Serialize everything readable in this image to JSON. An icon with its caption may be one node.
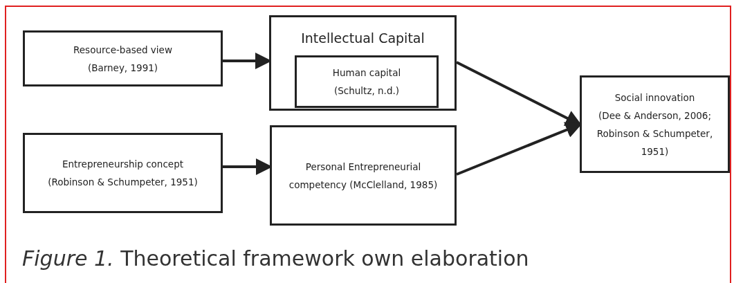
{
  "diagram": {
    "caption": "*Figure 1.* Theoretical framework own elaboration",
    "nodes": [
      {
        "text": [
          "Resource-based view",
          "(Barney, 1991)"
        ]
      },
      {
        "text": [
          "Intellectual Capital"
        ]
      },
      {
        "text": [
          "Human capital",
          "(Schultz, n.d.)"
        ],
        "in": 1
      },
      {
        "text": [
          "Entrepreneurship concept",
          "(Robinson & Schumpeter, 1951)"
        ]
      },
      {
        "text": [
          "Personal Entrepreneurial competency (McClelland, 1985)"
        ]
      },
      {
        "text": [
          "Social innovation",
          "(Dee & Anderson, 2006; Robinson & Schumpeter, 1951)"
        ]
      }
    ],
    "edges": [
      {
        "from": 0,
        "to": 1,
        "arrow": "to"
      },
      {
        "from": 3,
        "to": 4,
        "arrow": "to"
      },
      {
        "from": 1,
        "to": 5,
        "arrow": "to"
      },
      {
        "from": 4,
        "to": 5,
        "arrow": "to"
      }
    ]
  }
}
